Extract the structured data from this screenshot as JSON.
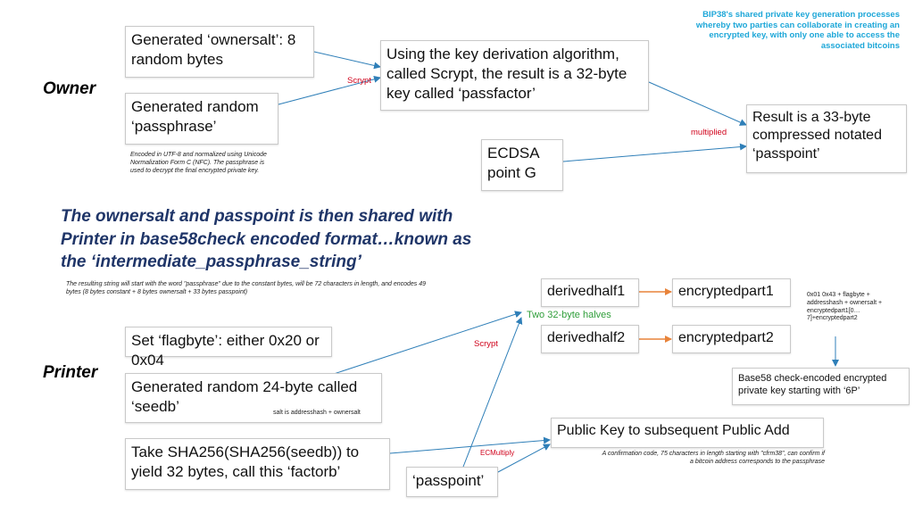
{
  "title_note": "BIP38's shared private key generation processes whereby two parties can collaborate in creating an encrypted key, with only one able to access the associated bitcoins",
  "owner": {
    "label": "Owner",
    "ownersalt_box": "Generated ‘ownersalt’: 8 random bytes",
    "passphrase_box": "Generated random ‘passphrase’",
    "passphrase_note": "Encoded in UTF-8 and normalized using Unicode Normalization Form C (NFC). The passphrase is used to decrypt the final encrypted private key.",
    "scrypt_label": "Scrypt",
    "passfactor_box": "Using the key derivation algorithm, called Scrypt, the result is a 32-byte key called ‘passfactor’",
    "ecdsa_box": "ECDSA point G",
    "multiplied_label": "multiplied",
    "passpoint_result_box": "Result is a 33-byte compressed notated ‘passpoint’"
  },
  "middle": {
    "headline": "The ownersalt and passpoint is then shared with Printer in base58check encoded format…known as the ‘intermediate_passphrase_string’",
    "note": "The resulting string will start with the word \"passphrase\" due to the constant bytes, will be 72 characters in length, and encodes 49 bytes (8 bytes constant + 8 bytes ownersalt + 33 bytes passpoint)"
  },
  "printer": {
    "label": "Printer",
    "flagbyte_box": "Set ‘flagbyte’: either 0x20 or 0x04",
    "seedb_box": "Generated random 24-byte called ‘seedb’",
    "salt_note": "salt is addresshash + ownersalt",
    "factorb_box": "Take SHA256(SHA256(seedb)) to yield 32 bytes, call this ‘factorb’",
    "passpoint_box": "‘passpoint’",
    "scrypt_label": "Scrypt",
    "ecmultiply_label": "ECMultiply",
    "halves_label": "Two 32-byte halves",
    "derivedhalf1": "derivedhalf1",
    "derivedhalf2": "derivedhalf2",
    "encryptedpart1": "encryptedpart1",
    "encryptedpart2": "encryptedpart2",
    "concat_note": "0x01 0x43 + flagbyte + addresshash + ownersalt + encryptedpart1[0…7]+encryptedpart2",
    "base58_box": "Base58 check-encoded encrypted private key starting with ‘6P’",
    "pubkey_box": "Public Key to subsequent Public Add",
    "confirmation_note": "A confirmation code, 75 characters in length starting with \"cfrm38\", can confirm if a bitcoin address corresponds to the passphrase"
  },
  "colors": {
    "arrow_blue": "#2f7fb8",
    "arrow_orange": "#e8833a",
    "label_red": "#d0021b",
    "label_green": "#2f9e3a",
    "note_teal": "#1ea7d8",
    "headline_navy": "#1f3568"
  }
}
